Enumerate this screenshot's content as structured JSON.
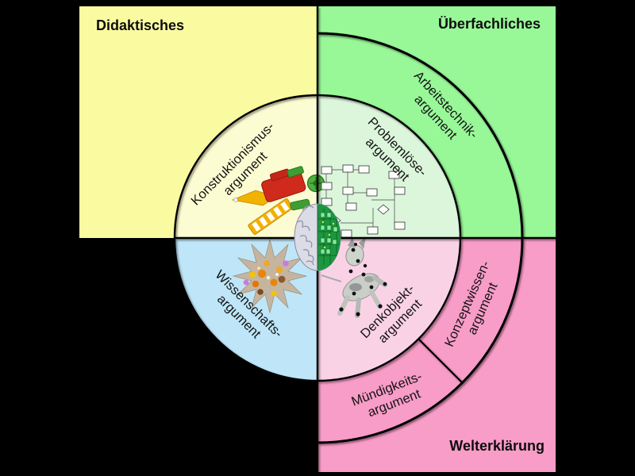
{
  "quadrant_titles": {
    "top_left": "Didaktisches",
    "top_right": "Überfachliches",
    "bottom_right": "Welterklärung"
  },
  "segments": {
    "konstruktionismus": {
      "line1": "Konstruktionismus-",
      "line2": "argument"
    },
    "problemloese": {
      "line1": "Problemlöse-",
      "line2": "argument"
    },
    "wissenschafts": {
      "line1": "Wissenschafts-",
      "line2": "argument"
    },
    "denkobjekt": {
      "line1": "Denkobjekt-",
      "line2": "argument"
    },
    "arbeitstechnik": {
      "line1": "Arbeitstechnik-",
      "line2": "argument"
    },
    "konzeptwissen": {
      "line1": "Konzeptwissen-",
      "line2": "argument"
    },
    "muendigkeits": {
      "line1": "Mündigkeits-",
      "line2": "argument"
    }
  },
  "images": {
    "center": "brain-half-circuit-image",
    "top_left": "lego-robot-model-image",
    "top_right": "flowchart-image",
    "bottom_left": "molecule-structure-image",
    "bottom_right": "robot-dog-image"
  },
  "colors": {
    "background": "#000000",
    "quadrant_yellow": "#FAFAA0",
    "quadrant_green": "#98F898",
    "quadrant_pink": "#F89CC8",
    "inner_yellow": "#FCFCD2",
    "inner_green": "#DCF6DC",
    "inner_blue": "#BEE6F8",
    "inner_pink": "#FAD2E6",
    "line": "#000000"
  }
}
